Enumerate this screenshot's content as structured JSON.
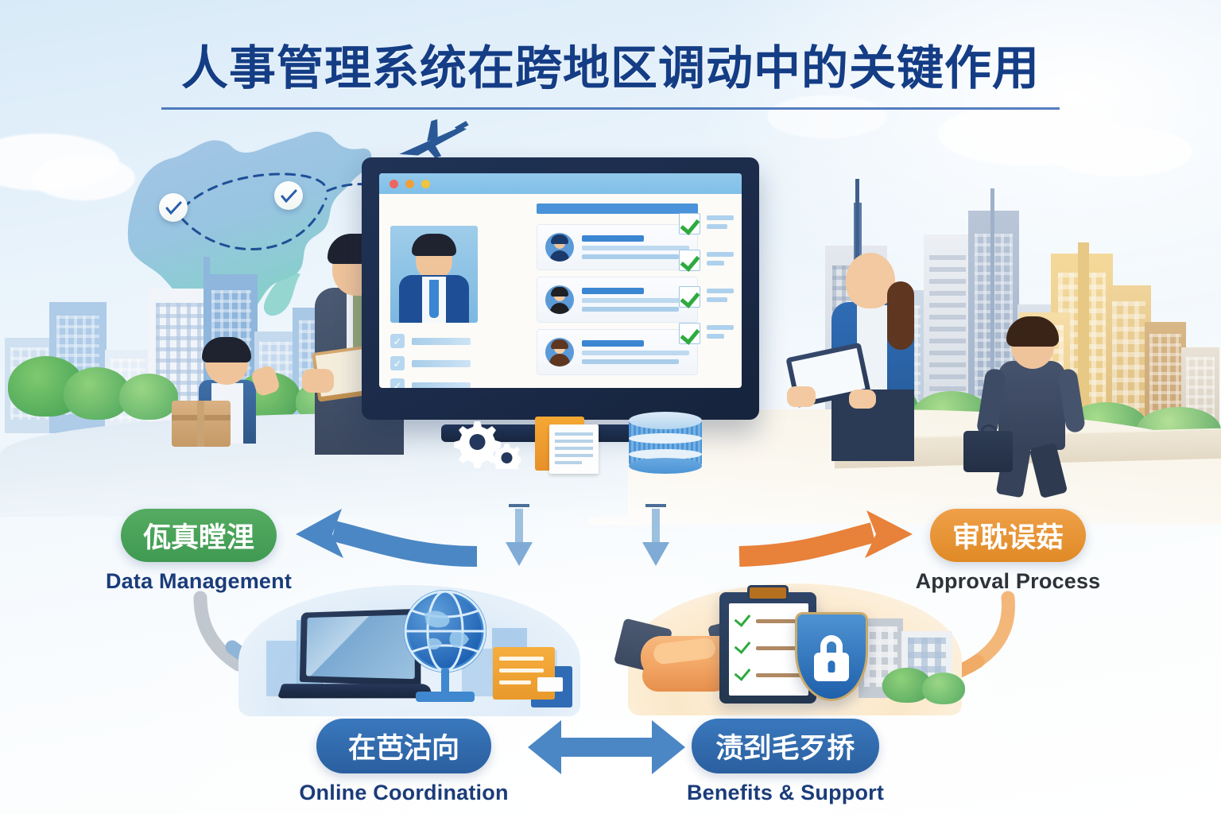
{
  "title": {
    "main": "人事管理系统在跨地区调动中的关键作用"
  },
  "colors": {
    "title_navy": "#143d85",
    "badge_green": "#4ba35a",
    "badge_orange": "#e8922f",
    "badge_blue": "#2f69ad",
    "arrow_blue": "#4b87c4",
    "arrow_orange": "#e8813a",
    "arrow_gray": "#b9bfc6",
    "check_green": "#2faa3f",
    "label_navy": "#1b3c7a",
    "label_dark": "#2e3238",
    "background_sky": "#d8eaf8"
  },
  "badges": [
    {
      "id": "data-management",
      "cn": "佤真瞠浬",
      "en": "Data Management",
      "color": "#4ba35a",
      "en_color": "#1b3c7a"
    },
    {
      "id": "approval-process",
      "cn": "审耽误菇",
      "en": "Approval Process",
      "color": "#e8922f",
      "en_color": "#2e3238"
    },
    {
      "id": "online-coordination",
      "cn": "在芭沽向",
      "en": "Online Coordination",
      "color": "#2f69ad",
      "en_color": "#1b3c7a"
    },
    {
      "id": "benefits-support",
      "cn": "渍刭毛歹挢",
      "en": "Benefits & Support",
      "color": "#2f69ad",
      "en_color": "#1b3c7a"
    }
  ],
  "monitor": {
    "window_dots": [
      "#f0655f",
      "#f0a03a",
      "#f2c33c"
    ],
    "list_header_label": "",
    "employee_rows": [
      {
        "avatar_skin": "#f0c49a",
        "avatar_hair": "#1b3a6b",
        "name_bar": "",
        "detail_1": "",
        "detail_2": ""
      },
      {
        "avatar_skin": "#f2c9a0",
        "avatar_hair": "#1f1f24",
        "name_bar": "",
        "detail_1": "",
        "detail_2": ""
      },
      {
        "avatar_skin": "#f3cfa8",
        "avatar_hair": "#5f3620",
        "name_bar": "",
        "detail_1": "",
        "detail_2": ""
      }
    ],
    "approval_checks": 4,
    "left_checklist_items": 3
  },
  "icons": {
    "gears": "gears-icon",
    "document": "document-folder-icon",
    "database": "database-icon",
    "laptop": "laptop-icon",
    "globe": "globe-icon",
    "file": "file-icon",
    "handshake": "handshake-icon",
    "clipboard": "clipboard-checklist-icon",
    "shield_lock": "shield-lock-icon",
    "airplane": "airplane-icon",
    "map_pin_a": "map-pin-icon",
    "map_pin_b": "map-pin-icon",
    "china_map": "china-map-icon"
  },
  "scene": {
    "left_person": "businessman-with-clipboard",
    "left_worker": "worker-with-box",
    "right_person": "businesswoman-with-tablet",
    "right_walker": "businessman-walking-with-briefcase"
  },
  "arrows": [
    {
      "id": "monitor-to-data-management",
      "direction": "left",
      "color": "#4b87c4",
      "style": "curved"
    },
    {
      "id": "monitor-to-approval-process",
      "direction": "right",
      "color": "#e8813a",
      "style": "curved"
    },
    {
      "id": "monitor-down-left",
      "direction": "down",
      "color": "#7fabd6",
      "style": "straight"
    },
    {
      "id": "monitor-down-right",
      "direction": "down",
      "color": "#7fabd6",
      "style": "straight"
    },
    {
      "id": "data-management-to-online",
      "direction": "down-right",
      "color": "#b9bfc6",
      "style": "curved"
    },
    {
      "id": "approval-to-benefits",
      "direction": "down-left",
      "color": "#f0b072",
      "style": "curved"
    },
    {
      "id": "online-benefits-exchange",
      "direction": "bidirectional",
      "color": "#4b87c4",
      "style": "double-headed"
    }
  ]
}
